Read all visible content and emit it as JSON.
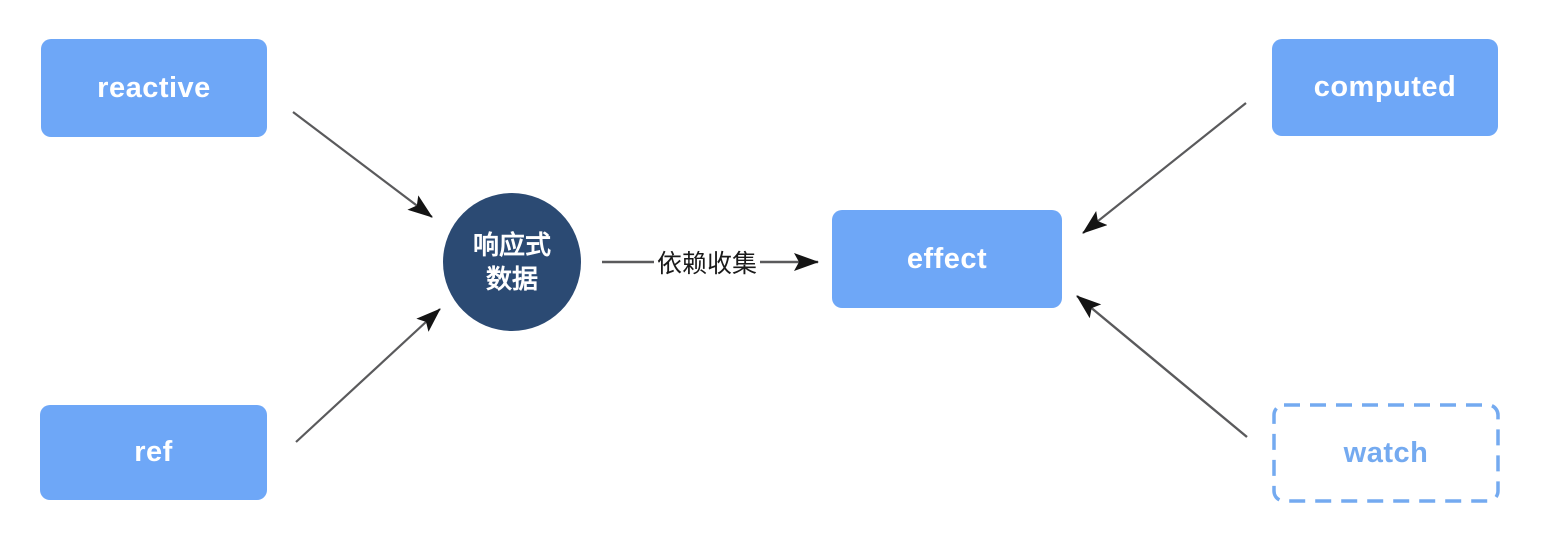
{
  "diagram": {
    "nodes": {
      "reactive": {
        "label": "reactive"
      },
      "ref": {
        "label": "ref"
      },
      "reactive_data": {
        "label_line1": "响应式",
        "label_line2": "数据"
      },
      "effect": {
        "label": "effect"
      },
      "computed": {
        "label": "computed"
      },
      "watch": {
        "label": "watch"
      }
    },
    "edges": {
      "dependency_label": "依赖收集"
    },
    "colors": {
      "node_fill": "#6ea7f7",
      "node_text": "#ffffff",
      "circle_fill": "#2b4a73",
      "circle_text": "#ffffff",
      "watch_accent": "#74aaf0",
      "arrow_line": "#5a5a5c",
      "arrow_head": "#141414",
      "edge_label_text": "#1a1a1a",
      "background": "#ffffff"
    }
  }
}
